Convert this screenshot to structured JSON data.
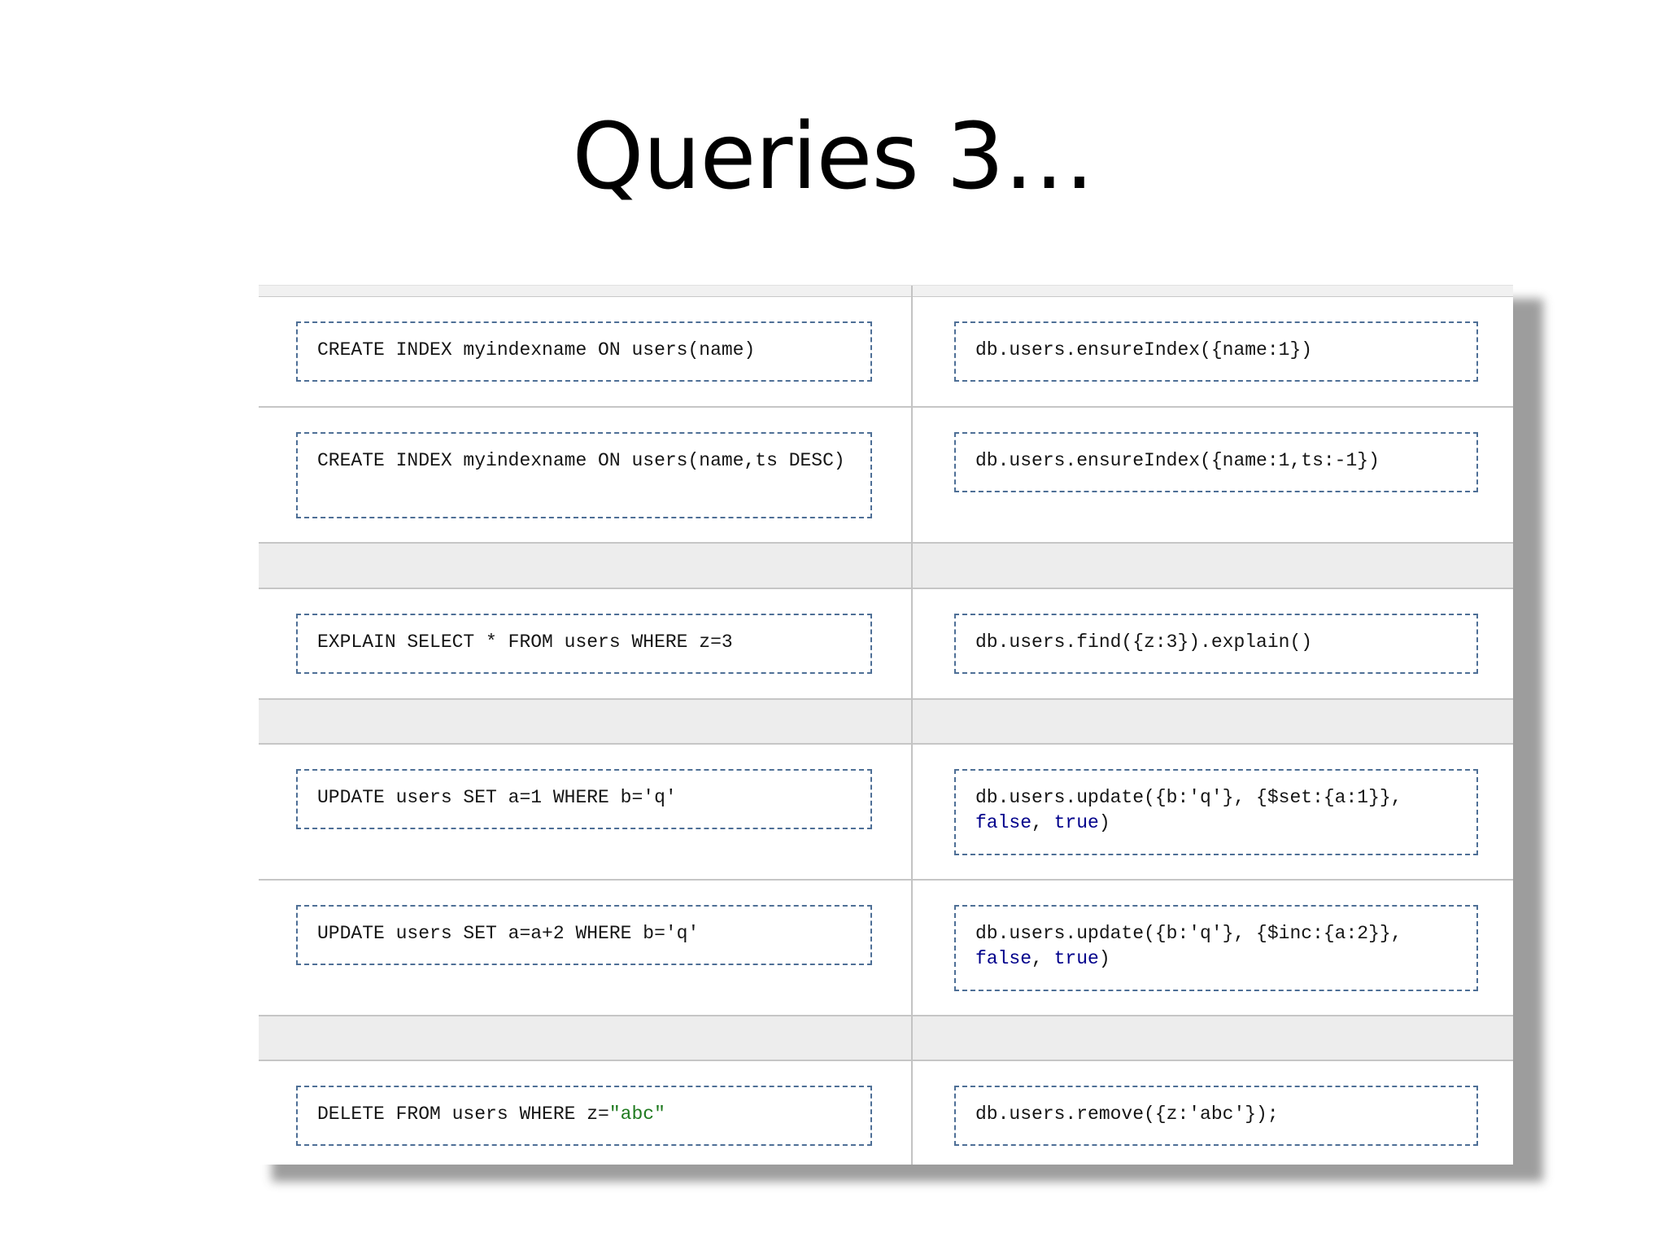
{
  "slide": {
    "title": "Queries 3…"
  },
  "rows": [
    {
      "sql": "CREATE INDEX myindexname ON users(name)",
      "mongo": "db.users.ensureIndex({name:1})"
    },
    {
      "sql": "CREATE INDEX myindexname ON users(name,ts DESC)",
      "mongo": "db.users.ensureIndex({name:1,ts:-1})"
    },
    {
      "sql": "EXPLAIN SELECT * FROM users WHERE z=3",
      "mongo": "db.users.find({z:3}).explain()"
    },
    {
      "sql": "UPDATE users SET a=1 WHERE b='q'",
      "mongo_pre": "db.users.update({b:'q'}, {$set:{a:1}},",
      "mongo_kw1": "false",
      "mongo_mid": ", ",
      "mongo_kw2": "true",
      "mongo_post": ")"
    },
    {
      "sql": "UPDATE users SET a=a+2 WHERE b='q'",
      "mongo_pre": "db.users.update({b:'q'}, {$inc:{a:2}},",
      "mongo_kw1": "false",
      "mongo_mid": ", ",
      "mongo_kw2": "true",
      "mongo_post": ")"
    },
    {
      "sql_pre": "DELETE FROM users WHERE z=",
      "sql_str": "\"abc\"",
      "mongo": "db.users.remove({z:'abc'});"
    }
  ],
  "colors": {
    "dashed_border": "#4e6f96",
    "keyword": "#00008b",
    "string_literal": "#1f7a1f",
    "spacer_row": "#ededed"
  }
}
